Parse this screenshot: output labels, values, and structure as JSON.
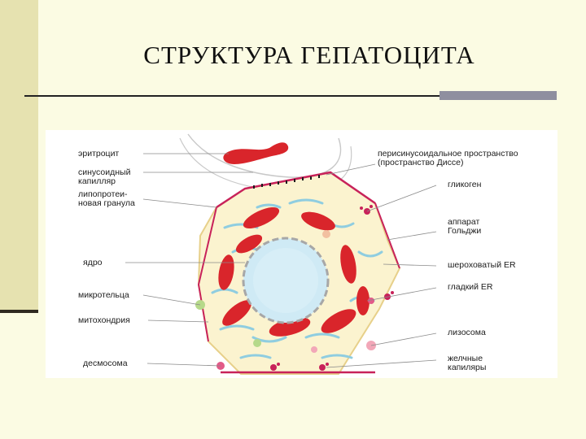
{
  "slide": {
    "title": "СТРУКТУРА ГЕПАТОЦИТА"
  },
  "diagram": {
    "labels_left": {
      "erythrocyte": "эритроцит",
      "sinusoid_1": "синусоидный",
      "sinusoid_2": "капилляр",
      "lipoprotein_1": "липопротеи-",
      "lipoprotein_2": "новая гранула",
      "nucleus": "ядро",
      "microbody": "микротельца",
      "mitochondrion": "митохондрия",
      "desmosome": "десмосома"
    },
    "labels_right": {
      "disse_1": "перисинусоидальное пространство",
      "disse_2": "(пространство Диссе)",
      "glycogen": "гликоген",
      "golgi_1": "аппарат",
      "golgi_2": "Гольджи",
      "rough_er": "шероховатый ER",
      "smooth_er": "гладкий ER",
      "lysosome": "лизосома",
      "bile_1": "желчные",
      "bile_2": "капиляры"
    }
  },
  "colors": {
    "background": "#fbfbe3",
    "accent_bar": "#e6e2b0",
    "cytoplasm": "#fbf3cf",
    "mitochondria": "#d9252b",
    "er": "#8fcde0",
    "membrane": "#c8225a",
    "nucleus": "#cfeaf5"
  }
}
